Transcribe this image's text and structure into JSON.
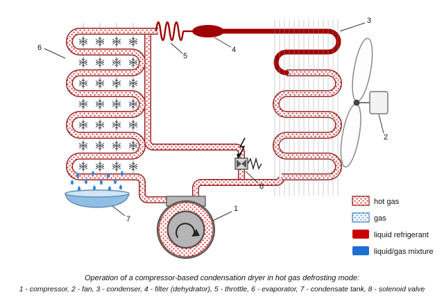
{
  "diagram": {
    "labels": {
      "compressor": "1",
      "fan": "2",
      "condenser": "3",
      "filter": "4",
      "throttle": "5",
      "evaporator": "6",
      "condensate_tank": "7",
      "solenoid_valve": "8"
    },
    "legend": {
      "items": [
        {
          "label": "hot gas",
          "style": "dotted-red"
        },
        {
          "label": "gas",
          "style": "dotted-blue"
        },
        {
          "label": "liquid refrigerant",
          "style": "solid-red"
        },
        {
          "label": "liquid/gas mixture",
          "style": "solid-blue"
        }
      ],
      "swatch_colors": {
        "hot_gas_dot": "#d43a3a",
        "gas_dot": "#5b9bd5",
        "liquid_refrigerant": "#cc0000",
        "liquid_gas_mixture": "#1e6fd2"
      }
    },
    "caption": {
      "line1": "Operation of a compressor-based condensation dryer in hot gas defrosting mode:",
      "line2": "1 - compressor, 2 - fan, 3 - condenser, 4 - filter (dehydrator), 5 - throttle, 6 - evaporator, 7 - condensate tank, 8 - solenoid valve"
    },
    "colors": {
      "pipe_edge": "#992222",
      "liquid_line": "#a00000",
      "water": "#aed1ee"
    }
  }
}
